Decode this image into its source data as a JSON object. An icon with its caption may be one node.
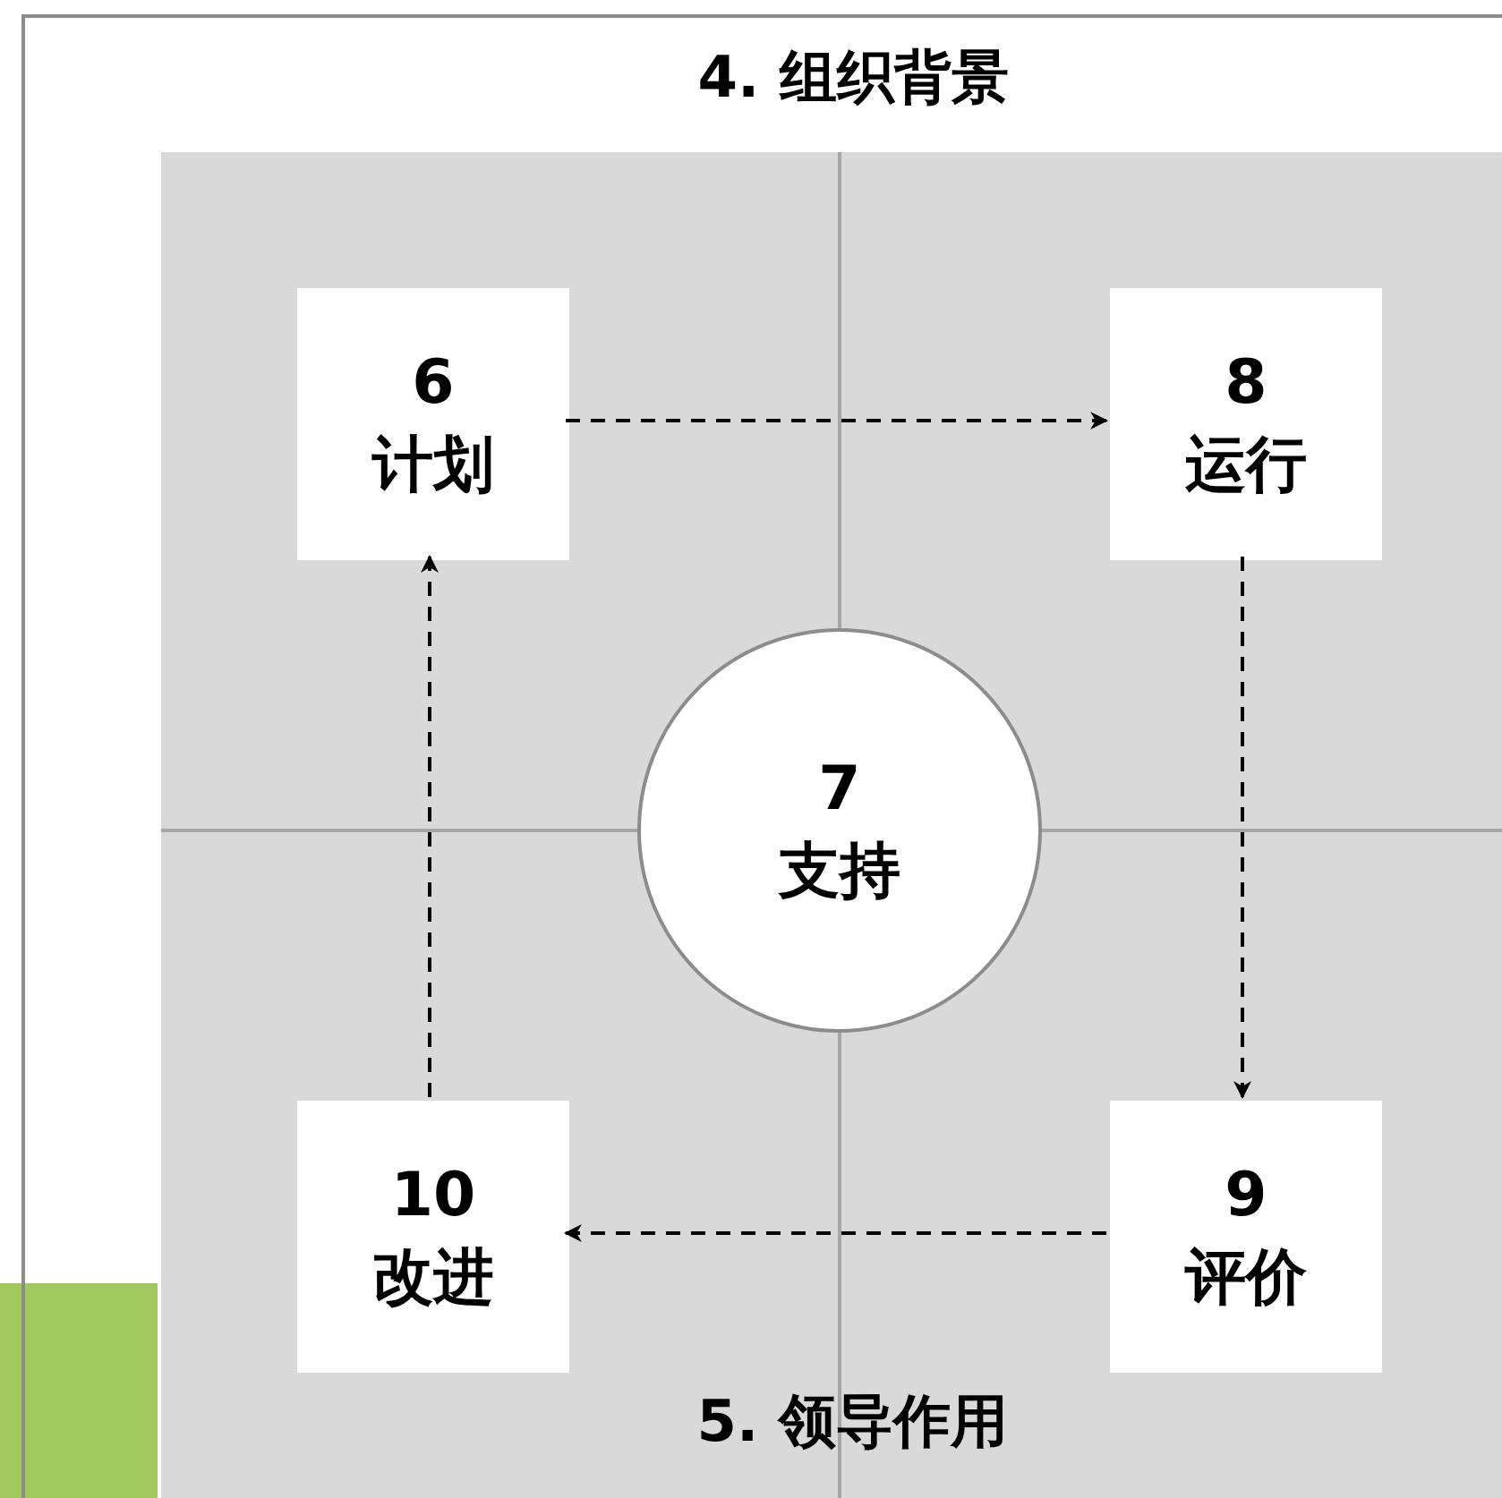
{
  "diagram": {
    "nodes": [
      {
        "text": [
          "4. 组织背景"
        ]
      },
      {
        "text": [
          "5. 领导作用"
        ],
        "in": 0
      },
      {
        "text": [
          "6",
          "计划"
        ],
        "in": 1
      },
      {
        "text": [
          "8",
          "运行"
        ],
        "in": 1
      },
      {
        "text": [
          "7",
          "支持"
        ],
        "in": 1
      },
      {
        "text": [
          "10",
          "改进"
        ],
        "in": 1
      },
      {
        "text": [
          "9",
          "评价"
        ],
        "in": 1
      }
    ],
    "edges": [
      {
        "from": 2,
        "to": 3,
        "arrow": "to",
        "style": "dashed"
      },
      {
        "from": 3,
        "to": 6,
        "arrow": "to",
        "style": "dashed"
      },
      {
        "from": 6,
        "to": 5,
        "arrow": "to",
        "style": "dashed"
      },
      {
        "from": 5,
        "to": 2,
        "arrow": "to",
        "style": "dashed"
      }
    ]
  }
}
